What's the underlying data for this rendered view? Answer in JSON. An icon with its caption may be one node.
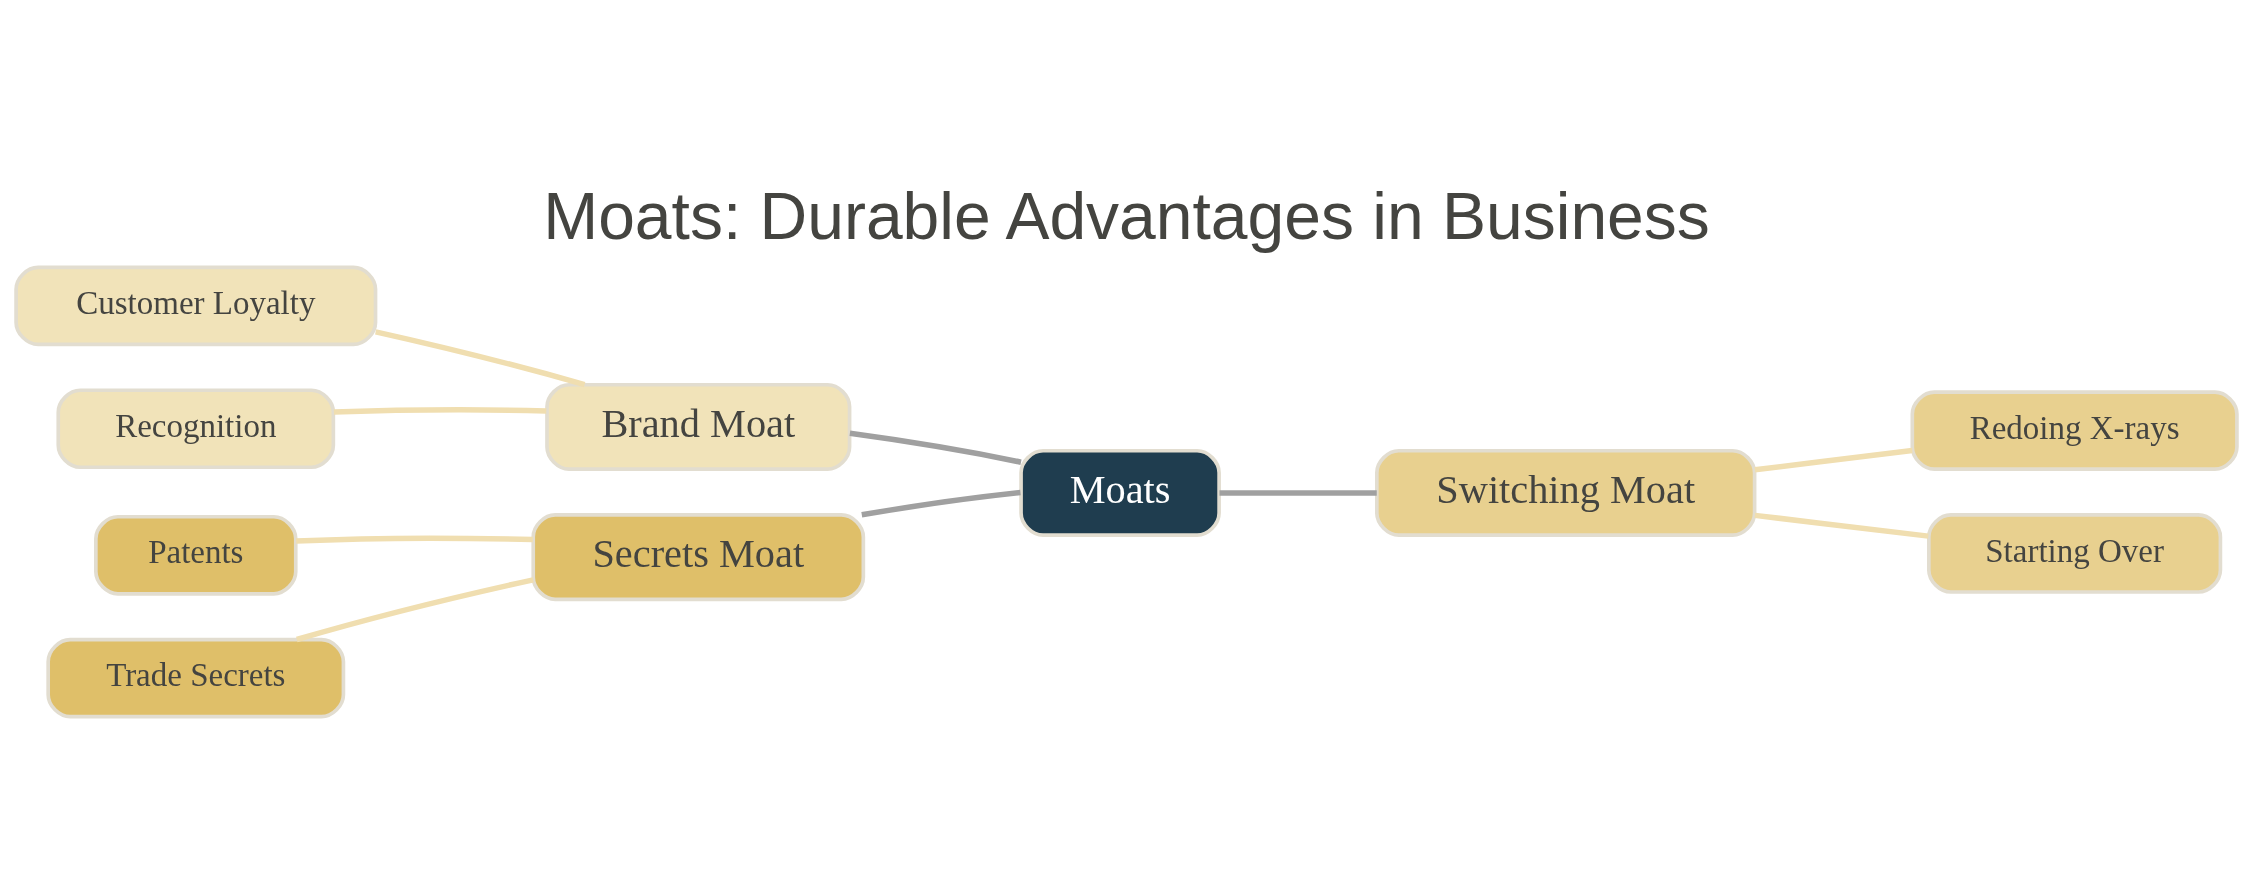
{
  "diagram": {
    "title": "Moats: Durable Advantages in Business",
    "nodes": [
      {
        "text": [
          "Moats"
        ]
      },
      {
        "text": [
          "Brand Moat"
        ]
      },
      {
        "text": [
          "Customer Loyalty"
        ]
      },
      {
        "text": [
          "Recognition"
        ]
      },
      {
        "text": [
          "Secrets Moat"
        ]
      },
      {
        "text": [
          "Patents"
        ]
      },
      {
        "text": [
          "Trade Secrets"
        ]
      },
      {
        "text": [
          "Switching Moat"
        ]
      },
      {
        "text": [
          "Redoing X-rays"
        ]
      },
      {
        "text": [
          "Starting Over"
        ]
      }
    ],
    "edges": [
      {
        "from": 0,
        "to": 1,
        "arrow": "none",
        "color": "#a0a0a0"
      },
      {
        "from": 0,
        "to": 4,
        "arrow": "none",
        "color": "#a0a0a0"
      },
      {
        "from": 0,
        "to": 7,
        "arrow": "none",
        "color": "#a0a0a0"
      },
      {
        "from": 1,
        "to": 2,
        "arrow": "none",
        "color": "#f0deb0"
      },
      {
        "from": 1,
        "to": 3,
        "arrow": "none",
        "color": "#f0deb0"
      },
      {
        "from": 4,
        "to": 5,
        "arrow": "none",
        "color": "#f0deb0"
      },
      {
        "from": 4,
        "to": 6,
        "arrow": "none",
        "color": "#f0deb0"
      },
      {
        "from": 7,
        "to": 8,
        "arrow": "none",
        "color": "#f0deb0"
      },
      {
        "from": 7,
        "to": 9,
        "arrow": "none",
        "color": "#f0deb0"
      }
    ]
  }
}
